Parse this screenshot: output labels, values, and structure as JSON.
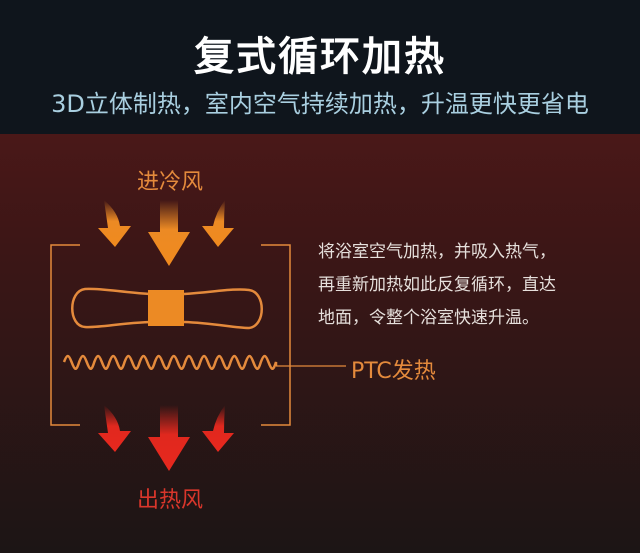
{
  "header": {
    "title": "复式循环加热",
    "subtitle": "3D立体制热，室内空气持续加热，升温更快更省电"
  },
  "diagram": {
    "intake_label": "进冷风",
    "outlet_label": "出热风",
    "heater_label": "PTC发热",
    "description_lines": [
      "将浴室空气加热，并吸入热气，",
      "再重新加热如此反复循环，直达",
      "地面，令整个浴室快速升温。"
    ]
  },
  "colors": {
    "orange": "#ec8a24",
    "red": "#e0281e",
    "header_bg": "#0f151c",
    "subtitle": "#a9cfe0"
  }
}
